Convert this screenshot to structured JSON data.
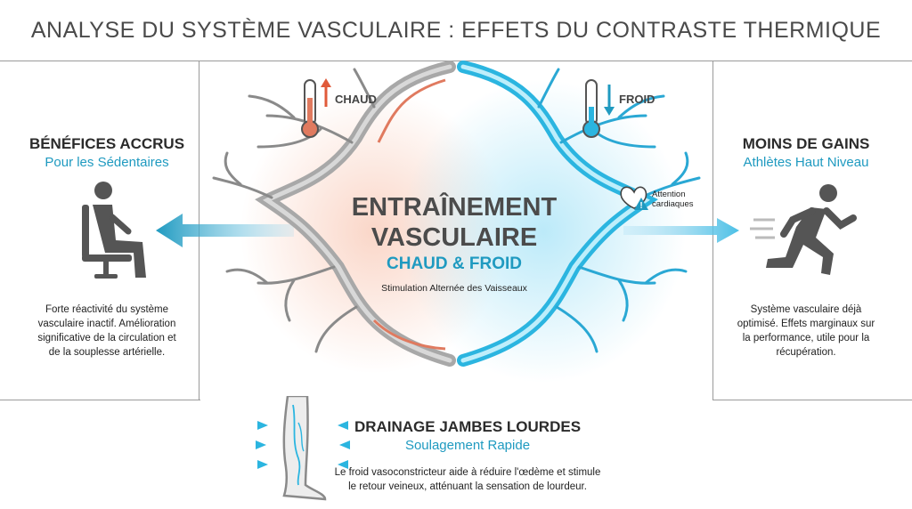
{
  "title": "ANALYSE DU SYSTÈME VASCULAIRE : EFFETS DU CONTRASTE THERMIQUE",
  "left_panel": {
    "title": "BÉNÉFICES ACCRUS",
    "subtitle": "Pour les Sédentaires",
    "body_lines": [
      "Forte réactivité du système",
      "vasculaire inactif. Amélioration",
      "significative de la circulation et",
      "de la souplesse artérielle."
    ],
    "icon": "seated-person-icon"
  },
  "right_panel": {
    "title": "MOINS DE GAINS",
    "subtitle": "Athlètes Haut Niveau",
    "body_lines": [
      "Système vasculaire déjà",
      "optimisé. Effets marginaux sur",
      "la performance, utile pour la",
      "récupération."
    ],
    "icon": "running-person-icon"
  },
  "center": {
    "title_lines": [
      "ENTRAÎNEMENT",
      "VASCULAIRE"
    ],
    "subtitle": "CHAUD & FROID",
    "caption": "Stimulation Alternée des Vaisseaux",
    "hot_label": "CHAUD",
    "cold_label": "FROID",
    "warning_lines": [
      "Attention",
      "cardiaques"
    ],
    "colors": {
      "hot": "#e07a5f",
      "cold": "#2bb5e0",
      "vessel_grey": "#a8a8a8"
    }
  },
  "bottom_panel": {
    "title": "DRAINAGE JAMBES LOURDES",
    "subtitle": "Soulagement Rapide",
    "body_lines": [
      "Le froid vasoconstricteur aide à réduire l'œdème et stimule",
      "le retour veineux, atténuant la sensation de lourdeur."
    ],
    "icon": "leg-icon"
  },
  "accent_color": "#1f9ac0"
}
